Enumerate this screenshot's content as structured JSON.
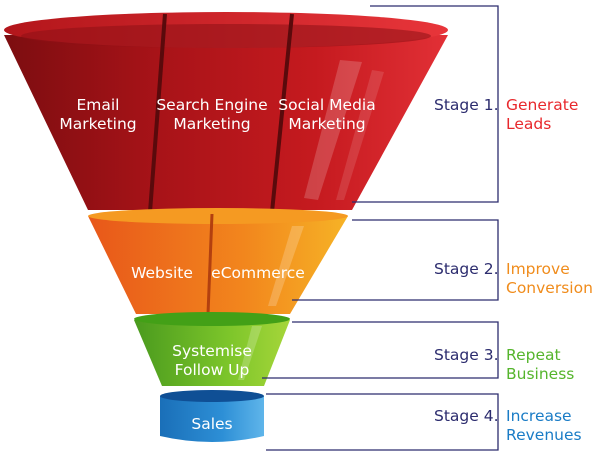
{
  "funnel": {
    "stage1": {
      "segments": [
        {
          "lines": [
            "Email",
            "Marketing"
          ]
        },
        {
          "lines": [
            "Search Engine",
            "Marketing"
          ]
        },
        {
          "lines": [
            "Social Media",
            "Marketing"
          ]
        }
      ]
    },
    "stage2": {
      "segments": [
        {
          "lines": [
            "Website"
          ]
        },
        {
          "lines": [
            "eCommerce"
          ]
        }
      ]
    },
    "stage3": {
      "segments": [
        {
          "lines": [
            "Systemise",
            "Follow Up"
          ]
        }
      ]
    },
    "stage4": {
      "segments": [
        {
          "lines": [
            "Sales"
          ]
        }
      ]
    }
  },
  "stages": [
    {
      "number": "Stage 1.",
      "lines": [
        "Generate",
        "Leads"
      ],
      "color": "#e8282c"
    },
    {
      "number": "Stage 2.",
      "lines": [
        "Improve",
        "Conversion"
      ],
      "color": "#f08c1c"
    },
    {
      "number": "Stage 3.",
      "lines": [
        "Repeat",
        "Business"
      ],
      "color": "#55b52c"
    },
    {
      "number": "Stage 4.",
      "lines": [
        "Increase",
        "Revenues"
      ],
      "color": "#1a7cc6"
    }
  ],
  "colors": {
    "stage_number_text": "#2c2c6e",
    "bracket_line": "#2c2c6e"
  }
}
